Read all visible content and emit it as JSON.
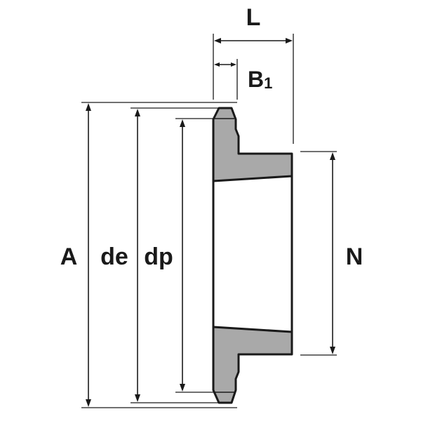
{
  "labels": {
    "A": "A",
    "de": "de",
    "dp": "dp",
    "L": "L",
    "B1_base": "B",
    "B1_sub": "1",
    "N": "N"
  },
  "colors": {
    "part_fill": "#a9a9a9",
    "outline": "#1a1a1a",
    "background": "#ffffff"
  }
}
